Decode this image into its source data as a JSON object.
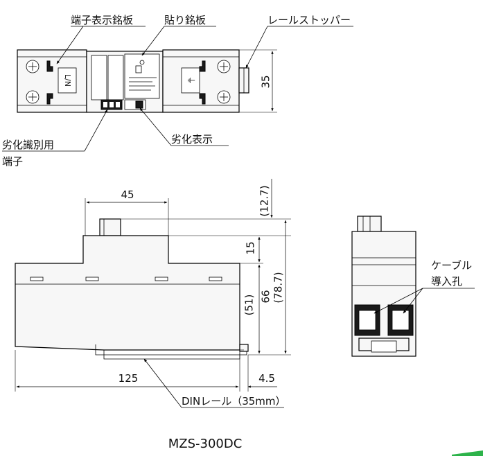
{
  "labels": {
    "terminal_plate": "端子表示銘板",
    "name_plate": "貼り銘板",
    "rail_stopper": "レールストッパー",
    "degradation_terminal_line1": "劣化識別用",
    "degradation_terminal_line2": "端子",
    "degradation_indicator": "劣化表示",
    "cable_hole_line1": "ケーブル",
    "cable_hole_line2": "導入孔",
    "din_rail": "DINレール（35mm）",
    "model": "MZS-300DC"
  },
  "terminal_marks": {
    "left": "L/N",
    "right": "⏚"
  },
  "dimensions": {
    "top_height": "35",
    "width_upper": "45",
    "height_12_7": "(12.7)",
    "height_15": "15",
    "height_66": "66",
    "height_78_7": "(78.7)",
    "height_51": "(51)",
    "width_125": "125",
    "offset_4_5": "4.5"
  }
}
